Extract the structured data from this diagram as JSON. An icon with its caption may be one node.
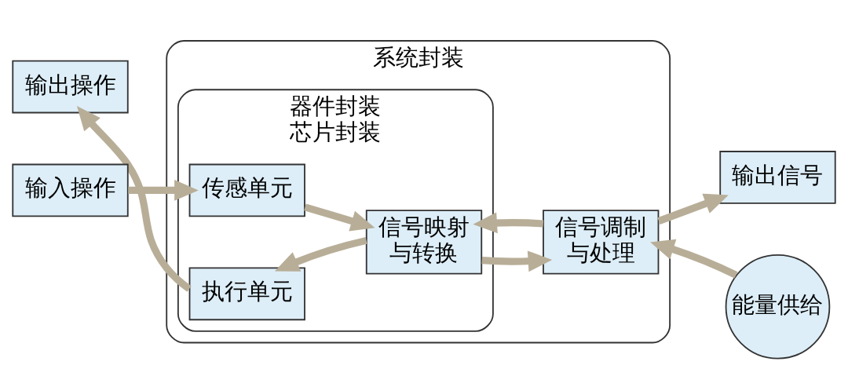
{
  "diagram": {
    "nodes": [
      {
        "text": [
          "系统封装"
        ]
      },
      {
        "text": [
          "器件封装",
          "芯片封装"
        ],
        "in": 0
      },
      {
        "text": [
          "输入操作"
        ]
      },
      {
        "text": [
          "输出操作"
        ]
      },
      {
        "text": [
          "传感单元"
        ],
        "in": 1
      },
      {
        "text": [
          "执行单元"
        ],
        "in": 1
      },
      {
        "text": [
          "信号映射与转换"
        ],
        "in": 1
      },
      {
        "text": [
          "信号调制与处理"
        ],
        "in": 0
      },
      {
        "text": [
          "输出信号"
        ]
      },
      {
        "text": [
          "能量供给"
        ]
      }
    ],
    "edges": [
      {
        "from": 2,
        "to": 4,
        "arrow": "to"
      },
      {
        "from": 4,
        "to": 6,
        "arrow": "to"
      },
      {
        "from": 6,
        "to": 7,
        "arrow": "to"
      },
      {
        "from": 7,
        "to": 6,
        "arrow": "to"
      },
      {
        "from": 6,
        "to": 5,
        "arrow": "to"
      },
      {
        "from": 5,
        "to": 3,
        "arrow": "to"
      },
      {
        "from": 7,
        "to": 8,
        "arrow": "to"
      },
      {
        "from": 9,
        "to": 7,
        "arrow": "to"
      }
    ]
  }
}
